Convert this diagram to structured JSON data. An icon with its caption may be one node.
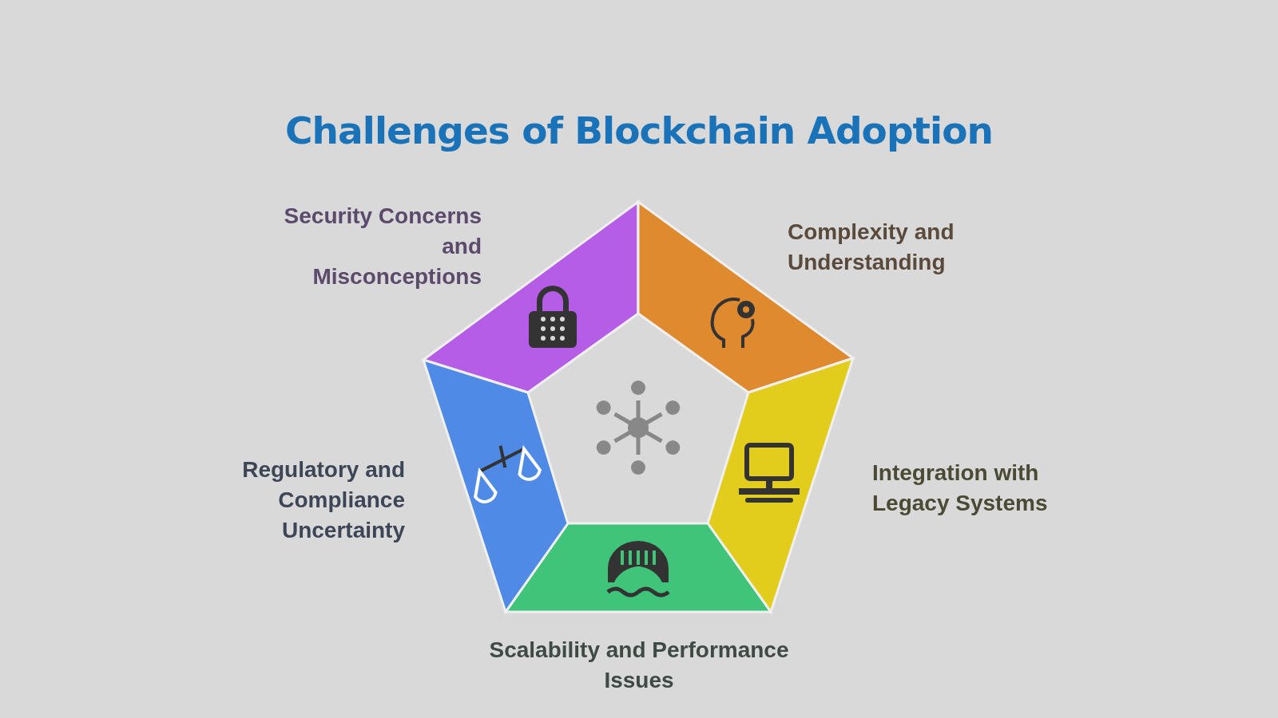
{
  "diagram": {
    "title": "Challenges of Blockchain Adoption",
    "nodes": [
      {
        "text": [
          "Security Concerns and Misconceptions"
        ]
      },
      {
        "text": [
          "Complexity and Understanding"
        ]
      },
      {
        "text": [
          "Integration with Legacy Systems"
        ]
      },
      {
        "text": [
          "Scalability and Performance Issues"
        ]
      },
      {
        "text": [
          "Regulatory and Compliance Uncertainty"
        ]
      }
    ]
  }
}
